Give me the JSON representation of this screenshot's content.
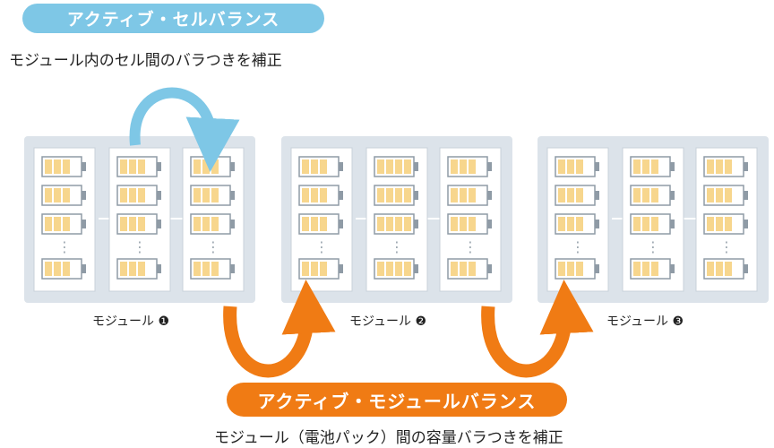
{
  "active_cell_balance": {
    "title": "アクティブ・セルバランス",
    "caption": "モジュール内のセル間のバラつきを補正"
  },
  "active_module_balance": {
    "title": "アクティブ・モジュールバランス",
    "caption": "モジュール（電池パック）間の容量バラつきを補正"
  },
  "modules": [
    {
      "label": "モジュール ❶"
    },
    {
      "label": "モジュール ❷"
    },
    {
      "label": "モジュール ❸"
    }
  ],
  "cell_rows_ellipsis": "⋮",
  "colors": {
    "light_blue": "#7ec7e6",
    "orange": "#f07b14",
    "module_bg": "#dce3ea",
    "column_border": "#c9d2da",
    "battery_outline": "#8f9ba6",
    "cell_fill": "#f7d68d"
  }
}
